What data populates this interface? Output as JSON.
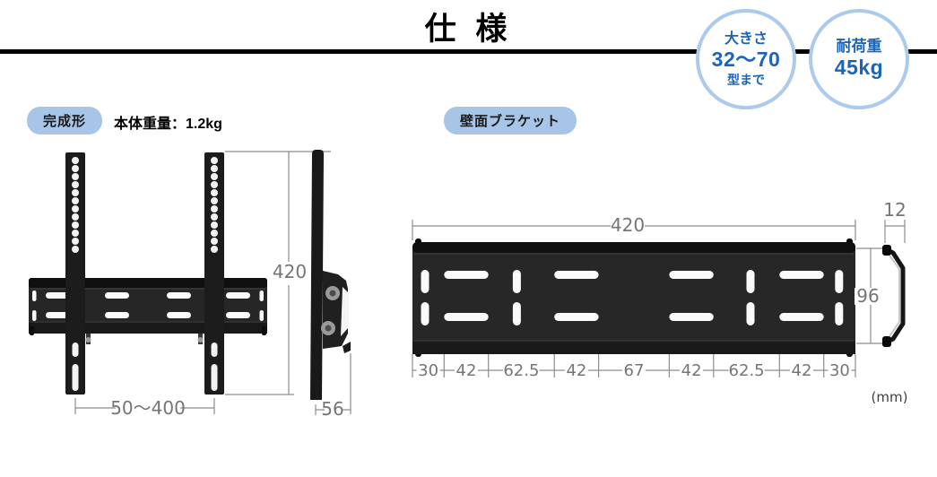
{
  "header": {
    "title": "仕 様",
    "badges": [
      {
        "top": "大きさ",
        "value": "32〜70",
        "bottom": "型まで"
      },
      {
        "top": "耐荷重",
        "value": "45kg"
      }
    ]
  },
  "completed_view": {
    "tag": "完成形",
    "weight_note": "本体重量：1.2kg",
    "dims": {
      "height": "420",
      "width_range": "50〜400",
      "depth": "56"
    }
  },
  "bracket_view": {
    "tag": "壁面ブラケット",
    "dims": {
      "total_width": "420",
      "profile_depth": "12",
      "profile_height": "96",
      "segments": [
        "30",
        "42",
        "62.5",
        "42",
        "67",
        "42",
        "62.5",
        "42",
        "30"
      ]
    },
    "unit_note": "(mm)"
  },
  "colors": {
    "accent_blue": "#1d64b8",
    "badge_border": "#abcaec",
    "tag_background": "#a6c5e7",
    "product_black": "#262626",
    "dimension_gray": "#757575"
  }
}
